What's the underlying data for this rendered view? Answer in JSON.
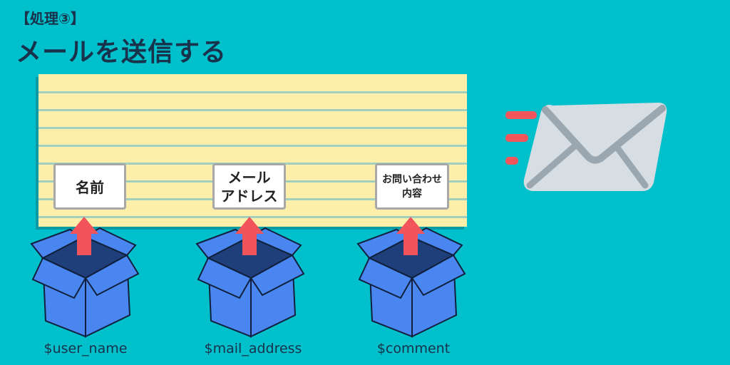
{
  "heading": {
    "step": "【処理③】",
    "title": "メールを送信する"
  },
  "labels": {
    "name": "名前",
    "mail_line1": "メール",
    "mail_line2": "アドレス",
    "comment_line1": "お問い合わせ",
    "comment_line2": "内容"
  },
  "variables": {
    "user_name": "$user_name",
    "mail_address": "$mail_address",
    "comment": "$comment"
  },
  "colors": {
    "background": "#00c0cc",
    "paper": "#fdeeaa",
    "box": "#4a86f0",
    "arrow": "#f2545b",
    "envelope": "#d6dde3"
  },
  "icons": [
    "box-icon",
    "up-arrow-icon",
    "envelope-icon",
    "speed-lines-icon"
  ]
}
